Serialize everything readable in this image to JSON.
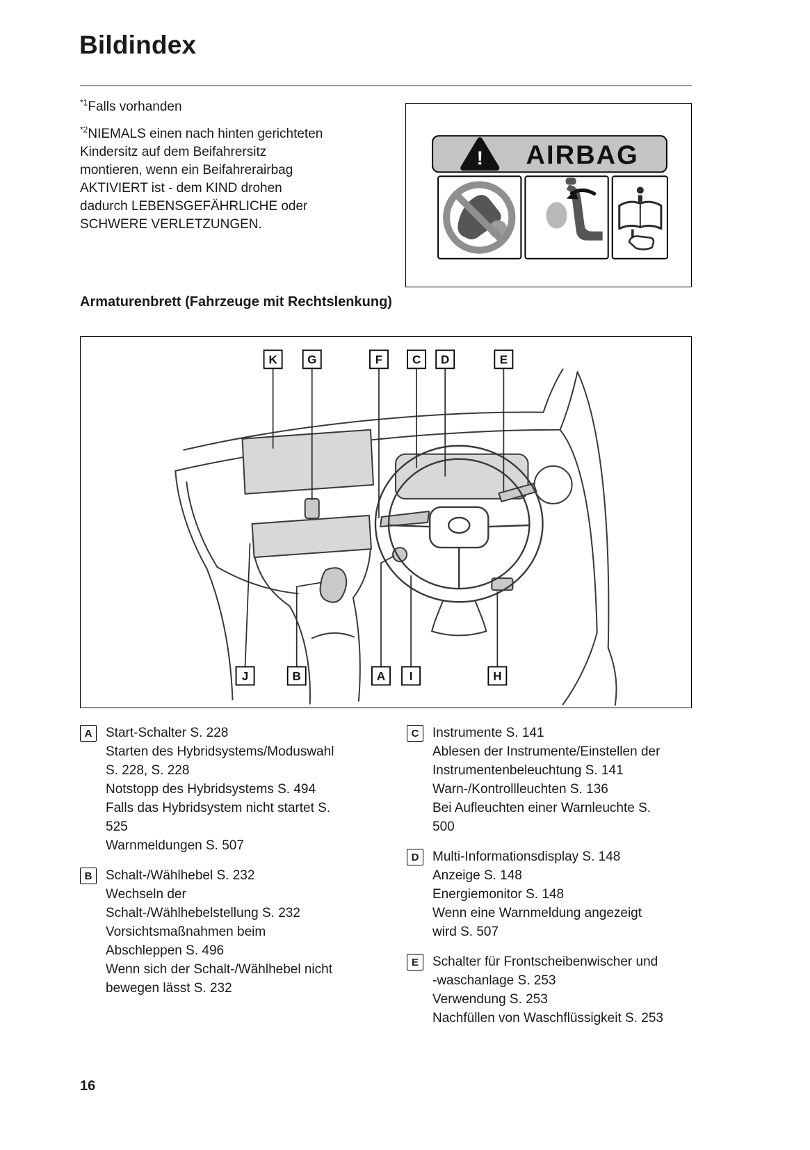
{
  "page": {
    "title": "Bildindex",
    "number": "16"
  },
  "notes": [
    {
      "sup": "*1",
      "text": "Falls vorhanden"
    },
    {
      "sup": "*2",
      "text": "NIEMALS einen nach hinten gerichteten Kindersitz auf dem Beifahrersitz montieren, wenn ein Beifahrerairbag AKTIVIERT ist - dem KIND drohen dadurch LEBENSGEFÄHRLICHE oder SCHWERE VERLETZUNGEN."
    }
  ],
  "airbag_label": {
    "title": "AIRBAG",
    "icons": [
      "warning-triangle-icon",
      "no-rear-facing-child-seat-icon",
      "side-airbag-seat-icon",
      "owners-manual-book-icon"
    ]
  },
  "section_heading": "Armaturenbrett (Fahrzeuge mit Rechtslenkung)",
  "diagram": {
    "top_labels": [
      "K",
      "G",
      "F",
      "C",
      "D",
      "E"
    ],
    "bottom_labels": [
      "J",
      "B",
      "A",
      "I",
      "H"
    ]
  },
  "index": {
    "left": [
      {
        "key": "A",
        "items": [
          "Start-Schalter S. 228",
          "Starten des Hybridsystems/Moduswahl S. 228, S. 228",
          "Notstopp des Hybridsystems S. 494",
          "Falls das Hybridsystem nicht startet S. 525",
          "Warnmeldungen S. 507"
        ]
      },
      {
        "key": "B",
        "items": [
          "Schalt-/Wählhebel S. 232",
          "Wechseln der Schalt-/Wählhebelstellung S. 232",
          "Vorsichtsmaßnahmen beim Abschleppen S. 496",
          "Wenn sich der Schalt-/Wählhebel nicht bewegen lässt S. 232"
        ]
      }
    ],
    "right": [
      {
        "key": "C",
        "items": [
          "Instrumente S. 141",
          "Ablesen der Instrumente/Einstellen der Instrumentenbeleuchtung S. 141",
          "Warn-/Kontrollleuchten S. 136",
          "Bei Aufleuchten einer Warnleuchte S. 500"
        ]
      },
      {
        "key": "D",
        "items": [
          "Multi-Informationsdisplay S. 148",
          "Anzeige S. 148",
          "Energiemonitor S. 148",
          "Wenn eine Warnmeldung angezeigt wird S. 507"
        ]
      },
      {
        "key": "E",
        "items": [
          "Schalter für Frontscheibenwischer und -waschanlage S. 253",
          "Verwendung S. 253",
          "Nachfüllen von Waschflüssigkeit S. 253"
        ]
      }
    ]
  },
  "colors": {
    "panel_fill": "#d8d8d8",
    "label_gray": "#c4c4c4",
    "line_art": "#3a3a3a"
  }
}
